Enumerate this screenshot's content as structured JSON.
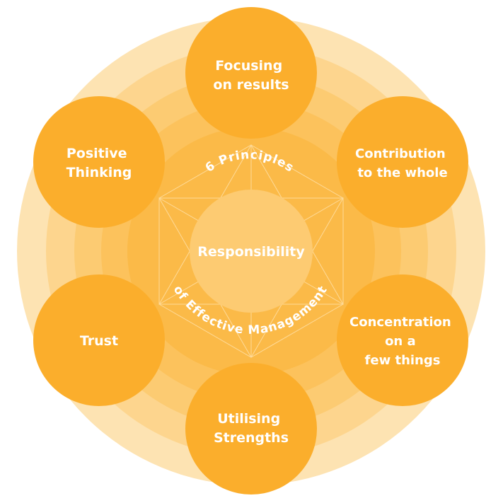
{
  "diagram": {
    "center_label": "Responsibility",
    "arc_top": "6 Principles",
    "arc_bottom": "of Effective Management",
    "principles": [
      {
        "id": "focusing-on-results",
        "lines": [
          "Focusing",
          "on results"
        ]
      },
      {
        "id": "contribution-to-the-whole",
        "lines": [
          "Contribution",
          "to the whole"
        ]
      },
      {
        "id": "concentration-on-a-few-things",
        "lines": [
          "Concentration",
          "on a",
          "few things"
        ]
      },
      {
        "id": "utilising-strengths",
        "lines": [
          "Utilising",
          "Strengths"
        ]
      },
      {
        "id": "trust",
        "lines": [
          "Trust"
        ]
      },
      {
        "id": "positive-thinking",
        "lines": [
          "Positive",
          "Thinking"
        ]
      }
    ]
  },
  "colors": {
    "ring_outer": "#FDE3B2",
    "ring_2": "#FDD58E",
    "ring_3": "#FCCB72",
    "ring_4": "#FCC25C",
    "ring_5": "#FBBA48",
    "node": "#FBAE2C",
    "center": "#FDCB72"
  }
}
